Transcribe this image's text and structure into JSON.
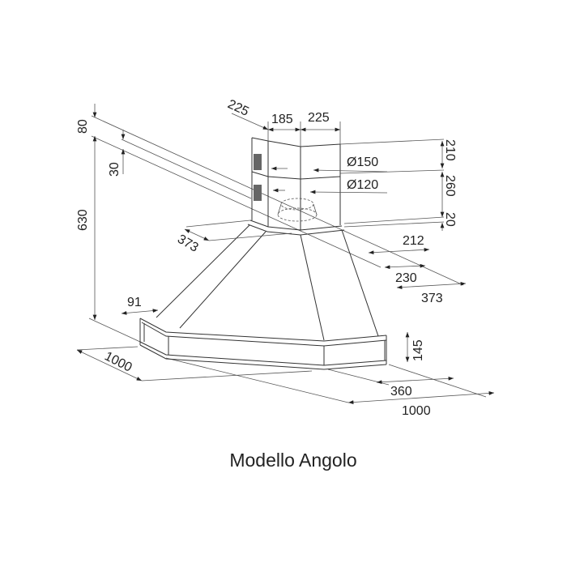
{
  "title": "Modello Angolo",
  "dimensions": {
    "wall_offset_top": "80",
    "total_height": "630",
    "shelf_thickness": "30",
    "chimney_side_depth": "225",
    "chimney_front_left": "185",
    "chimney_front_right": "225",
    "outlet_outer": "Ø150",
    "outlet_inner": "Ø120",
    "chimney_upper": "210",
    "chimney_lower": "260",
    "chimney_ring": "20",
    "hood_top_left": "373",
    "hood_top_right_inner": "212",
    "hood_top_right_mid": "230",
    "hood_top_right": "373",
    "frame_depth": "91",
    "frame_height": "145",
    "corner_depth": "360",
    "width_left": "1000",
    "width_right": "1000"
  }
}
